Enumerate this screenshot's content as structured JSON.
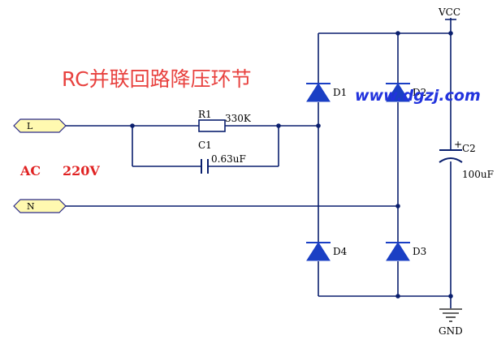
{
  "title": "RC并联回路降压环节",
  "ac_label": "AC",
  "ac_voltage": "220V",
  "ports": {
    "live": "L",
    "neutral": "N"
  },
  "resistor": {
    "ref": "R1",
    "value": "330K"
  },
  "capacitor_c1": {
    "ref": "C1",
    "value": "0.63uF"
  },
  "capacitor_c2": {
    "ref": "C2",
    "value": "100uF",
    "polarity": "+"
  },
  "diodes": [
    {
      "ref": "D1"
    },
    {
      "ref": "D2"
    },
    {
      "ref": "D3"
    },
    {
      "ref": "D4"
    }
  ],
  "vcc": "VCC",
  "gnd": "GND",
  "watermark": "www.dgzj.com",
  "colors": {
    "wire": "#0a1f6e",
    "diode": "#1a3fc4",
    "title": "#e8423f",
    "ac": "#e02222",
    "watermark": "#2233dd",
    "port_fill": "#fff9b0"
  }
}
